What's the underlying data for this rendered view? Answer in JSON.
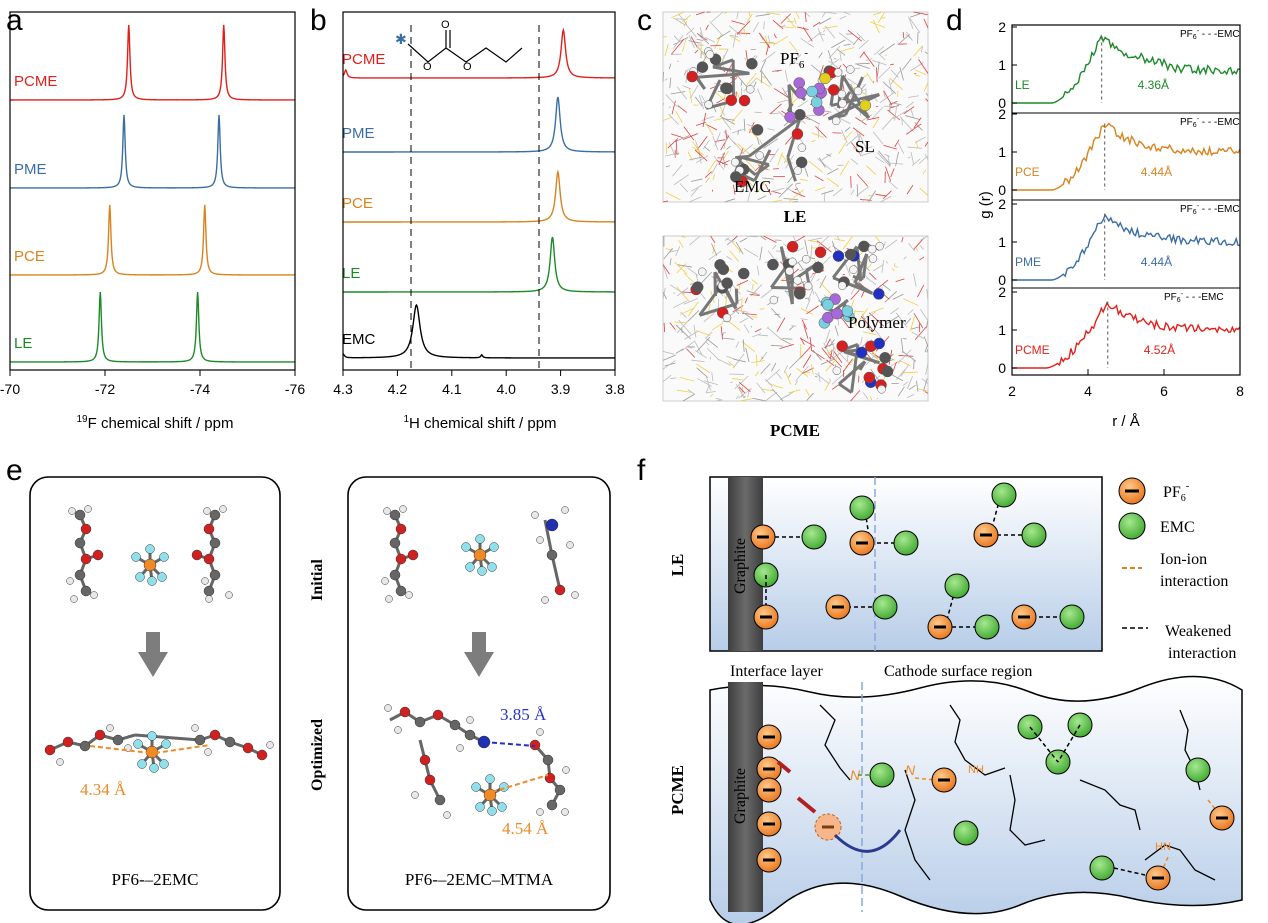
{
  "panels": {
    "a": "a",
    "b": "b",
    "c": "c",
    "d": "d",
    "e": "e",
    "f": "f"
  },
  "colors": {
    "PCME": "#e0201b",
    "PME": "#3a6ea5",
    "PCE": "#d9831f",
    "LE": "#1d8a2a",
    "EMC": "#000000",
    "orange": "#f08a24",
    "green": "#5cc04a",
    "blue": "#2231c9"
  },
  "panel_a": {
    "xlabel_sup": "19",
    "xlabel": "F chemical shift / ppm",
    "ticks": [
      "-70",
      "-72",
      "-74",
      "-76"
    ],
    "traces": [
      {
        "label": "PCME",
        "color_key": "PCME",
        "peaks": [
          -72.5,
          -74.5
        ]
      },
      {
        "label": "PME",
        "color_key": "PME",
        "peaks": [
          -72.4,
          -74.4
        ]
      },
      {
        "label": "PCE",
        "color_key": "PCE",
        "peaks": [
          -72.1,
          -74.1
        ]
      },
      {
        "label": "LE",
        "color_key": "LE",
        "peaks": [
          -71.9,
          -73.95
        ]
      }
    ]
  },
  "panel_b": {
    "xlabel_sup": "1",
    "xlabel": "H chemical shift / ppm",
    "ticks": [
      "4.3",
      "4.2",
      "4.1",
      "4.0",
      "3.9",
      "3.8"
    ],
    "traces": [
      {
        "label": "PCME",
        "color_key": "PCME",
        "peak": 3.895
      },
      {
        "label": "PME",
        "color_key": "PME",
        "peak": 3.905
      },
      {
        "label": "PCE",
        "color_key": "PCE",
        "peak": 3.905
      },
      {
        "label": "LE",
        "color_key": "LE",
        "peak": 3.915
      },
      {
        "label": "EMC",
        "color_key": "EMC",
        "peak": 4.165
      }
    ]
  },
  "panel_c": {
    "top_label": "LE",
    "bottom_label": "PCME",
    "pf6": "PF",
    "pf6_sub": "6",
    "pf6_sup": "-",
    "emc": "EMC",
    "sl": "SL",
    "polymer": "Polymer"
  },
  "panel_d": {
    "ylabel": "g (r)",
    "xlabel": "r / Å",
    "xticks": [
      "2",
      "4",
      "6",
      "8"
    ],
    "yticks": [
      "0",
      "1",
      "2"
    ],
    "pair_label": "PF6- - -EMC",
    "curves": [
      {
        "label": "LE",
        "color_key": "LE",
        "peak_r": 4.36,
        "peak_text": "4.36Å"
      },
      {
        "label": "PCE",
        "color_key": "PCE",
        "peak_r": 4.44,
        "peak_text": "4.44Å"
      },
      {
        "label": "PME",
        "color_key": "PME",
        "peak_r": 4.44,
        "peak_text": "4.44Å"
      },
      {
        "label": "PCME",
        "color_key": "PCME",
        "peak_r": 4.52,
        "peak_text": "4.52Å"
      }
    ]
  },
  "panel_e": {
    "initial": "Initial",
    "optimized": "Optimized",
    "left_dist": "4.34 Å",
    "right_dist1": "3.85 Å",
    "right_dist2": "4.54 Å",
    "left_caption": "PF6-–2EMC",
    "right_caption": "PF6-–2EMC–MTMA"
  },
  "panel_f": {
    "LE": "LE",
    "PCME": "PCME",
    "graphite": "Graphite",
    "interface": "Interface layer",
    "cathode": "Cathode surface region",
    "legend": [
      {
        "text": "PF6-"
      },
      {
        "text": "EMC"
      },
      {
        "text": "Ion-ion interaction"
      },
      {
        "text": "Weakened interaction"
      }
    ],
    "nh": "NH",
    "hn": "HN",
    "n": "N"
  }
}
